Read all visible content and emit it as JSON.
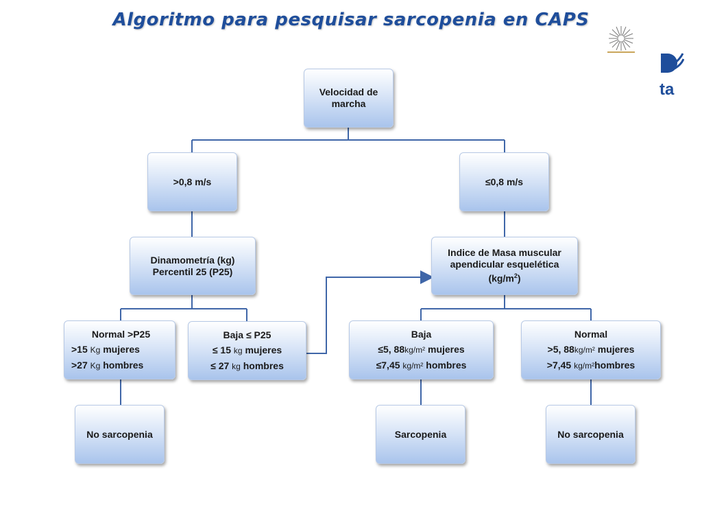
{
  "title": "Algoritmo para pesquisar sarcopenia en CAPS",
  "logo": {
    "icon": "sun-logo-icon",
    "partial_text": "ta"
  },
  "colors": {
    "connector": "#3f66a8",
    "title": "#1f4e9b",
    "node_top": "#ffffff",
    "node_bottom": "#a9c4ec"
  },
  "nodes": {
    "root": {
      "lines": [
        "Velocidad de",
        "marcha"
      ]
    },
    "fast": {
      "label": ">0,8 m/s"
    },
    "slow": {
      "label": "≤0,8 m/s"
    },
    "dyna": {
      "lines": [
        "Dinamometría (kg)",
        "Percentil 25 (P25)"
      ]
    },
    "imm": {
      "lines": [
        "Indice de Masa muscular",
        "apendicular esquelética",
        "(kg/m",
        "2",
        ")"
      ]
    },
    "normal_grip": {
      "title": "Normal >P25",
      "l2a": ">15 ",
      "l2b": "Kg",
      "l2c": " mujeres",
      "l3a": ">27 ",
      "l3b": "Kg",
      "l3c": " hombres"
    },
    "low_grip": {
      "title": "Baja ≤ P25",
      "l2a": "≤ 15 ",
      "l2b": "kg",
      "l2c": " mujeres",
      "l3a": "≤ 27 ",
      "l3b": "kg",
      "l3c": " hombres"
    },
    "low_mass": {
      "title": "Baja",
      "l2a": "≤5, 88",
      "l2b": "kg/m²",
      "l2c": " mujeres",
      "l3a": "≤7,45 ",
      "l3b": "kg/m²",
      "l3c": " hombres"
    },
    "normal_mass": {
      "title": "Normal",
      "l2a": ">5, 88",
      "l2b": "kg/m²",
      "l2c": " mujeres",
      "l3a": ">7,45 ",
      "l3b": "kg/m²",
      "l3c": "hombres"
    },
    "out1": {
      "label": "No sarcopenia"
    },
    "out2": {
      "label": "Sarcopenia"
    },
    "out3": {
      "label": "No sarcopenia"
    }
  }
}
